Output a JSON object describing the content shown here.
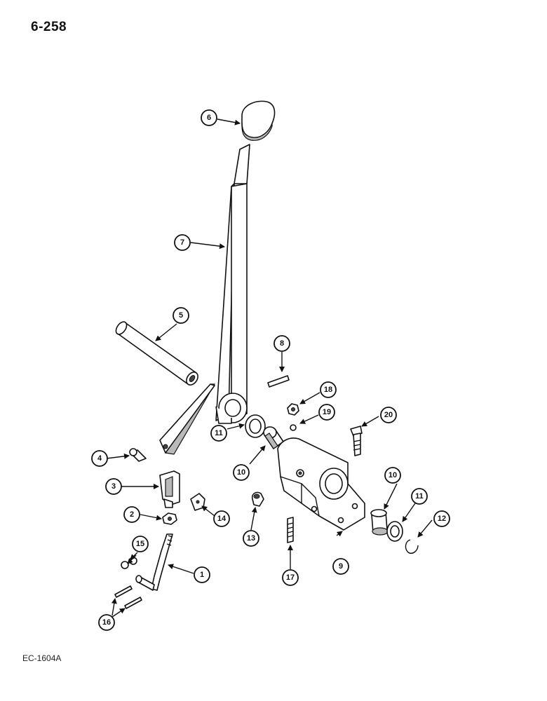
{
  "page_number": "6-258",
  "figure_code": "EC-1604A",
  "callouts": {
    "c1": "1",
    "c2": "2",
    "c3": "3",
    "c4": "4",
    "c5": "5",
    "c6": "6",
    "c7": "7",
    "c8": "8",
    "c9": "9",
    "c10a": "10",
    "c10b": "10",
    "c11a": "11",
    "c11b": "11",
    "c12": "12",
    "c13": "13",
    "c14": "14",
    "c15": "15",
    "c16": "16",
    "c17": "17",
    "c18": "18",
    "c19": "19",
    "c20": "20"
  }
}
